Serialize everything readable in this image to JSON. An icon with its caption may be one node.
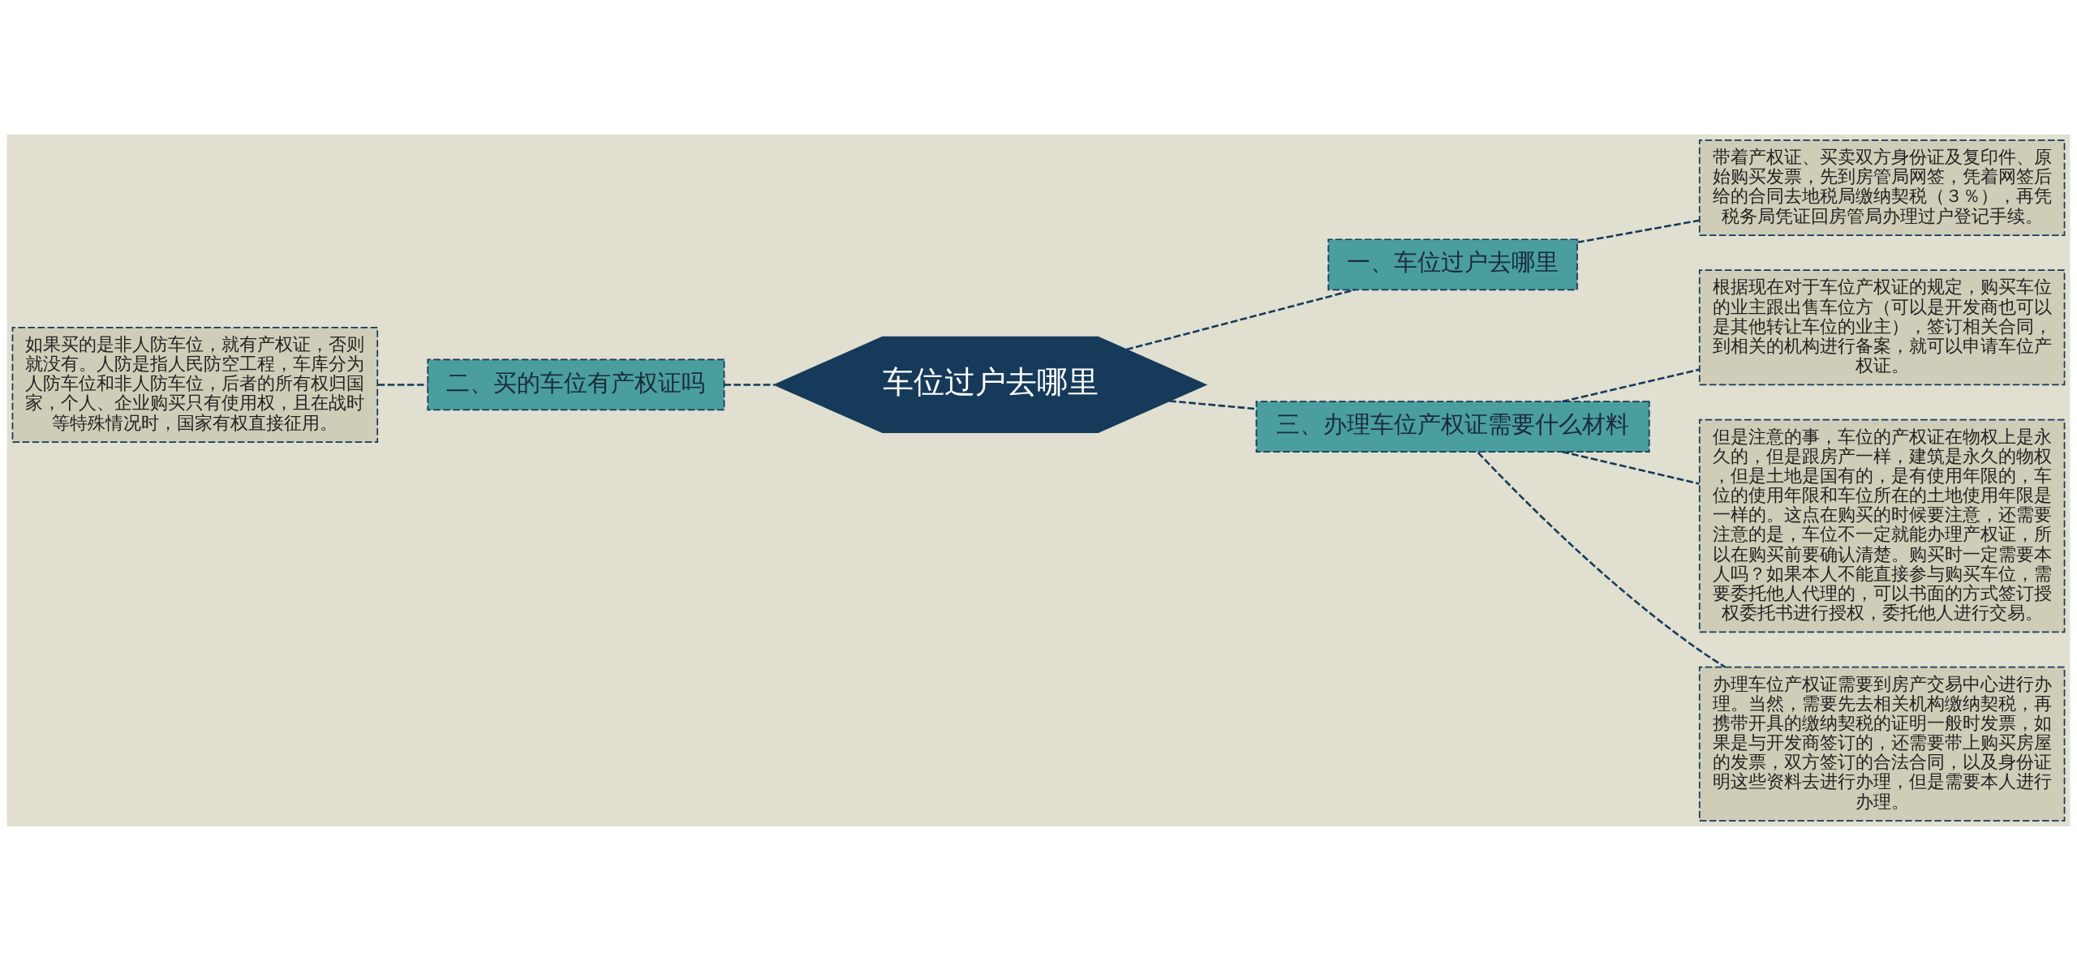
{
  "diagram": {
    "nodes": [
      {
        "text": [
          "车位过户去哪里"
        ]
      },
      {
        "text": [
          "一、车位过户去哪里"
        ]
      },
      {
        "text": [
          "带着产权证、买卖双方身份证及复印件、原始购买发票，先到房管局网签，凭着网签后给的合同去地税局缴纳契税（３％），再凭税务局凭证回房管局办理过户登记手续。"
        ]
      },
      {
        "text": [
          "二、买的车位有产权证吗"
        ]
      },
      {
        "text": [
          "如果买的是非人防车位，就有产权证，否则就没有。人防是指人民防空工程，车库分为人防车位和非人防车位，后者的所有权归国家，个人、企业购买只有使用权，且在战时等特殊情况时，国家有权直接征用。"
        ]
      },
      {
        "text": [
          "三、办理车位产权证需要什么材料"
        ]
      },
      {
        "text": [
          "根据现在对于车位产权证的规定，购买车位的业主跟出售车位方（可以是开发商也可以是其他转让车位的业主），签订相关合同，到相关的机构进行备案，就可以申请车位产权证。"
        ]
      },
      {
        "text": [
          "但是注意的事，车位的产权证在物权上是永久的，但是跟房产一样，建筑是永久的物权，但是土地是国有的，是有使用年限的，车位的使用年限和车位所在的土地使用年限是一样的。这点在购买的时候要注意，还需要注意的是，车位不一定就能办理产权证，所以在购买前要确认清楚。购买时一定需要本人吗？如果本人不能直接参与购买车位，需要委托他人代理的，可以书面的方式签订授权委托书进行授权，委托他人进行交易。"
        ]
      },
      {
        "text": [
          "办理车位产权证需要到房产交易中心进行办理。当然，需要先去相关机构缴纳契税，再携带开具的缴纳契税的证明一般时发票，如果是与开发商签订的，还需要带上购买房屋的发票，双方签订的合法合同，以及身份证明这些资料去进行办理，但是需要本人进行办理。"
        ]
      }
    ],
    "edges": [
      {
        "from": 0,
        "to": 1,
        "arrow": "none",
        "style": "dashed"
      },
      {
        "from": 1,
        "to": 2,
        "arrow": "none",
        "style": "dashed"
      },
      {
        "from": 0,
        "to": 3,
        "arrow": "none",
        "style": "dashed"
      },
      {
        "from": 3,
        "to": 4,
        "arrow": "none",
        "style": "dashed"
      },
      {
        "from": 0,
        "to": 5,
        "arrow": "none",
        "style": "dashed"
      },
      {
        "from": 5,
        "to": 6,
        "arrow": "none",
        "style": "dashed"
      },
      {
        "from": 5,
        "to": 7,
        "arrow": "none",
        "style": "dashed"
      },
      {
        "from": 5,
        "to": 8,
        "arrow": "none",
        "style": "dashed"
      }
    ]
  }
}
